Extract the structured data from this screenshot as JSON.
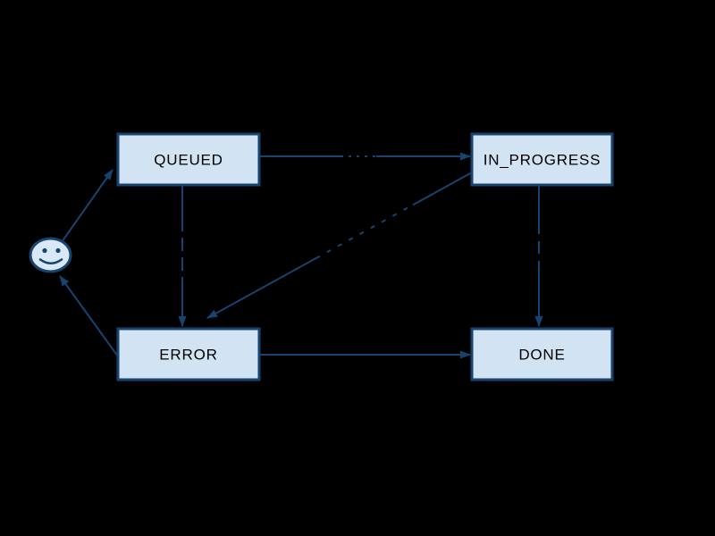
{
  "diagram": {
    "kind": "state-machine-diagram",
    "background_color": "#000000",
    "colors": {
      "node_fill": "#d2e3f4",
      "node_border": "#17436f",
      "edge": "#17436f",
      "node_text": "#000000",
      "obscured_label_ink": "#000000",
      "smiley_fill": "#d9e8f7"
    },
    "nodes": [
      {
        "id": "start",
        "type": "smiley-face",
        "label": ""
      },
      {
        "id": "queued",
        "type": "state",
        "label": "QUEUED"
      },
      {
        "id": "in_progress",
        "type": "state",
        "label": "IN_PROGRESS"
      },
      {
        "id": "error",
        "type": "state",
        "label": "ERROR"
      },
      {
        "id": "done",
        "type": "state",
        "label": "DONE"
      }
    ],
    "edges": [
      {
        "from": "start",
        "to": "queued",
        "label": ""
      },
      {
        "from": "queued",
        "to": "in_progress",
        "label": "",
        "label_illegible": true
      },
      {
        "from": "queued",
        "to": "error",
        "label": "",
        "label_illegible": true
      },
      {
        "from": "in_progress",
        "to": "error",
        "label": "",
        "label_illegible": true
      },
      {
        "from": "in_progress",
        "to": "done",
        "label": "",
        "label_illegible": true
      },
      {
        "from": "error",
        "to": "done",
        "label": ""
      },
      {
        "from": "error",
        "to": "start",
        "label": ""
      }
    ]
  }
}
